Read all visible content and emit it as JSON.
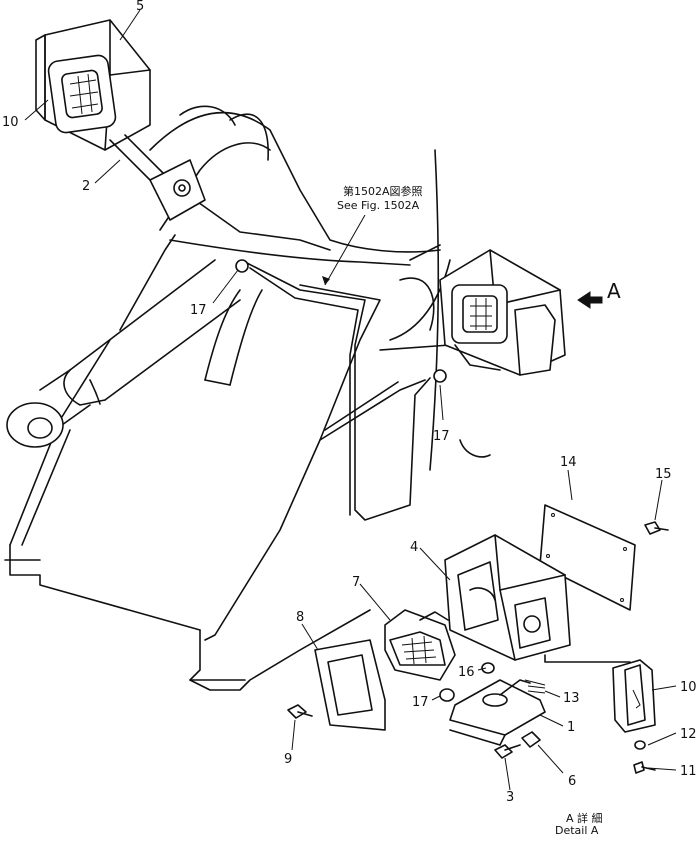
{
  "figure": {
    "reference_note_jp": "第1502A図参照",
    "reference_note_en": "See Fig. 1502A",
    "view_marker": "A",
    "detail_caption_jp": "A 詳 細",
    "detail_caption_en": "Detail A"
  },
  "callouts": {
    "c1": "1",
    "c2": "2",
    "c3": "3",
    "c4": "4",
    "c5": "5",
    "c6": "6",
    "c7": "7",
    "c8": "8",
    "c9": "9",
    "c10a": "10",
    "c10b": "10",
    "c11": "11",
    "c12": "12",
    "c13": "13",
    "c14": "14",
    "c15": "15",
    "c16": "16",
    "c17a": "17",
    "c17b": "17",
    "c17c": "17"
  }
}
